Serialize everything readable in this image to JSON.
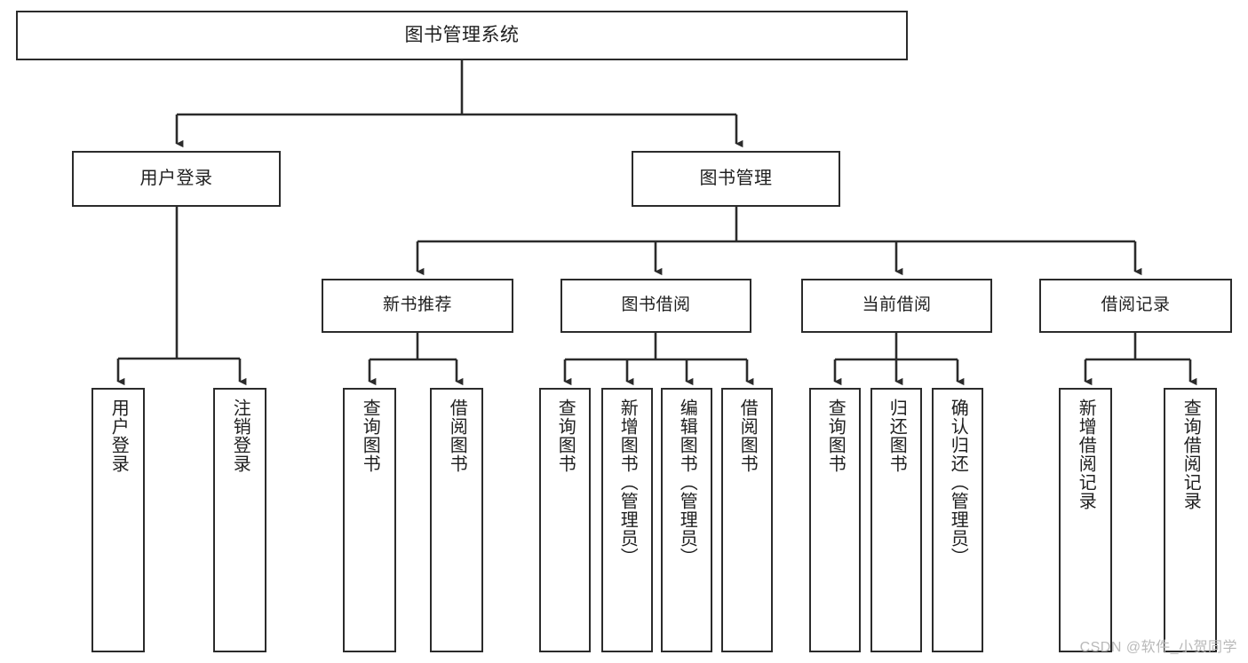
{
  "diagram": {
    "title": "图书管理系统",
    "watermark": "CSDN @软件_小贺同学",
    "colors": {
      "box_border": "#2b2b2b",
      "box_fill": "#ffffff",
      "connector": "#2b2b2b",
      "text": "#202020",
      "watermark": "#b9b9b9"
    },
    "root": {
      "label": "图书管理系统"
    },
    "level1": [
      {
        "label": "用户登录"
      },
      {
        "label": "图书管理"
      }
    ],
    "level2": [
      {
        "label": "新书推荐"
      },
      {
        "label": "图书借阅"
      },
      {
        "label": "当前借阅"
      },
      {
        "label": "借阅记录"
      }
    ],
    "leaves": {
      "user_login": [
        {
          "label": "用户登录"
        },
        {
          "label": "注销登录"
        }
      ],
      "new_book_recommend": [
        {
          "label": "查询图书"
        },
        {
          "label": "借阅图书"
        }
      ],
      "book_borrow": [
        {
          "label": "查询图书"
        },
        {
          "label": "新增图书（管理员）"
        },
        {
          "label": "编辑图书（管理员）"
        },
        {
          "label": "借阅图书"
        }
      ],
      "current_borrow": [
        {
          "label": "查询图书"
        },
        {
          "label": "归还图书"
        },
        {
          "label": "确认归还（管理员）"
        }
      ],
      "borrow_records": [
        {
          "label": "新增借阅记录"
        },
        {
          "label": "查询借阅记录"
        }
      ]
    }
  }
}
